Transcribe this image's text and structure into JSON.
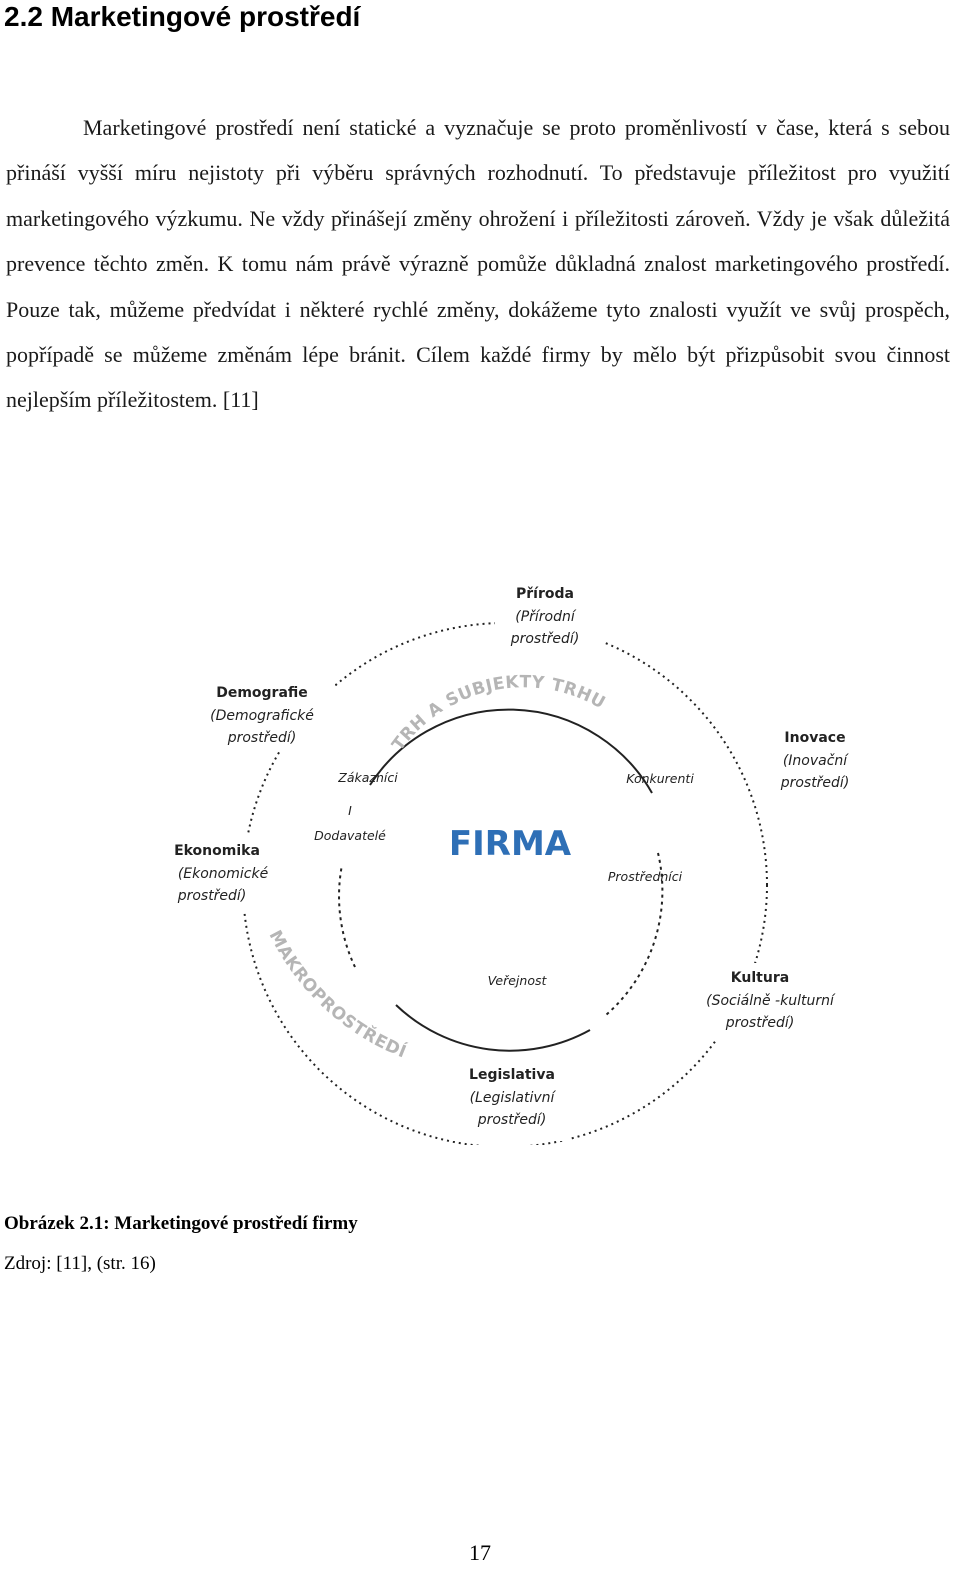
{
  "section": {
    "heading": "2.2 Marketingové prostředí"
  },
  "paragraph": {
    "text": "Marketingové prostředí není statické a vyznačuje se proto proměnlivostí v čase, která s sebou přináší vyšší míru nejistoty při výběru správných rozhodnutí. To představuje příležitost pro využití marketingového výzkumu. Ne vždy přinášejí změny ohrožení i příležitosti zároveň. Vždy je však důležitá prevence těchto změn. K tomu nám právě výrazně pomůže důkladná znalost marketingového prostředí. Pouze tak, můžeme předvídat i některé rychlé změny, dokážeme tyto znalosti využít ve svůj prospěch, popřípadě se můžeme změnám lépe bránit. Cílem každé firmy by mělo být přizpůsobit svou činnost nejlepším příležitostem. [11]"
  },
  "figure": {
    "center_label": "FIRMA",
    "inner_ring_label": "TRH A SUBJEKTY TRHU",
    "outer_ring_label": "MAKROPROSTŘEDÍ",
    "inner_subjects": {
      "zakaznici": "Zákazníci",
      "konkurenti": "Konkurenti",
      "dodavatele": "Dodavatelé",
      "prostrednici": "Prostředníci",
      "verejnost": "Veřejnost"
    },
    "separator": "I",
    "outer_factors": {
      "priroda": {
        "title": "Příroda",
        "line1": "(Přírodní",
        "line2": "prostředí)"
      },
      "demografie": {
        "title": "Demografie",
        "line1": "(Demografické",
        "line2": "prostředí)"
      },
      "inovace": {
        "title": "Inovace",
        "line1": "(Inovační",
        "line2": "prostředí)"
      },
      "ekonomika": {
        "title": "Ekonomika",
        "line1": "(Ekonomické",
        "line2": "prostředí)"
      },
      "kultura": {
        "title": "Kultura",
        "line1": "(Sociálně -kulturní",
        "line2": "prostředí)"
      },
      "legislativa": {
        "title": "Legislativa",
        "line1": "(Legislativní",
        "line2": "prostředí)"
      }
    },
    "colors": {
      "firma": "#2e6fb6",
      "ring_text": "#b5b5b5",
      "ring_stroke": "#222222"
    }
  },
  "caption": {
    "title": "Obrázek 2.1: Marketingové prostředí firmy",
    "source": "Zdroj: [11], (str. 16)"
  },
  "page": {
    "number": "17"
  }
}
